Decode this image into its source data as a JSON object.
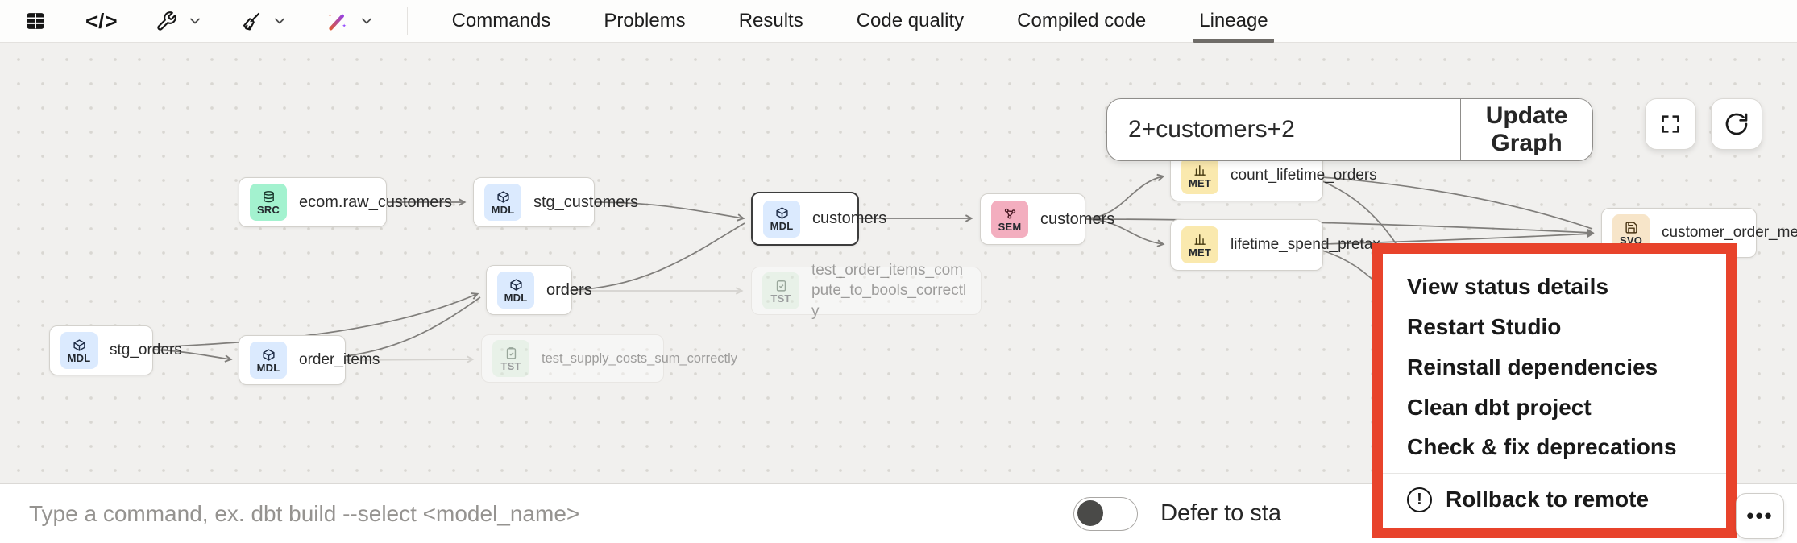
{
  "toolbar": {
    "icons": [
      "table-view-icon",
      "code-icon",
      "wrench-icon",
      "broom-icon",
      "ai-wand-icon"
    ],
    "code_glyph": "</>",
    "tabs": [
      {
        "label": "Commands"
      },
      {
        "label": "Problems"
      },
      {
        "label": "Results"
      },
      {
        "label": "Code quality"
      },
      {
        "label": "Compiled code"
      },
      {
        "label": "Lineage",
        "active": true
      }
    ]
  },
  "lineage": {
    "selector_value": "2+customers+2",
    "update_button": "Update Graph",
    "nodes": {
      "raw_customers": {
        "badge": "SRC",
        "name": "ecom.raw_customers"
      },
      "stg_customers": {
        "badge": "MDL",
        "name": "stg_customers"
      },
      "customers_model": {
        "badge": "MDL",
        "name": "customers",
        "selected": true
      },
      "customers_semantic": {
        "badge": "SEM",
        "name": "customers"
      },
      "count_lifetime_orders": {
        "badge": "MET",
        "name": "count_lifetime_orders"
      },
      "lifetime_spend_pretax": {
        "badge": "MET",
        "name": "lifetime_spend_pretax"
      },
      "customer_order_metrics": {
        "badge": "SVQ",
        "name": "customer_order_metrics"
      },
      "stg_orders": {
        "badge": "MDL",
        "name": "stg_orders"
      },
      "order_items": {
        "badge": "MDL",
        "name": "order_items"
      },
      "orders": {
        "badge": "MDL",
        "name": "orders"
      },
      "test_order_items": {
        "badge": "TST",
        "name": "test_order_items_compute_to_bools_correctly"
      },
      "test_supply_costs": {
        "badge": "TST",
        "name": "test_supply_costs_sum_correctly"
      }
    }
  },
  "context_menu": {
    "items": [
      "View status details",
      "Restart Studio",
      "Reinstall dependencies",
      "Clean dbt project",
      "Check & fix deprecations"
    ],
    "rollback_item": "Rollback to remote",
    "border_color": "#e8432b"
  },
  "command_bar": {
    "placeholder": "Type a command, ex. dbt build --select <model_name>",
    "defer_label": "Defer to sta",
    "more_button": "•••"
  },
  "colors": {
    "badge_src": "#a3f2cf",
    "badge_mdl": "#dbeafe",
    "badge_sem": "#f3aebf",
    "badge_met": "#fae9ae",
    "badge_svq": "#f7e5c9",
    "badge_tst": "#ddf3e1",
    "menu_highlight": "#e8432b",
    "active_tab_underline": "#6f6c68"
  }
}
